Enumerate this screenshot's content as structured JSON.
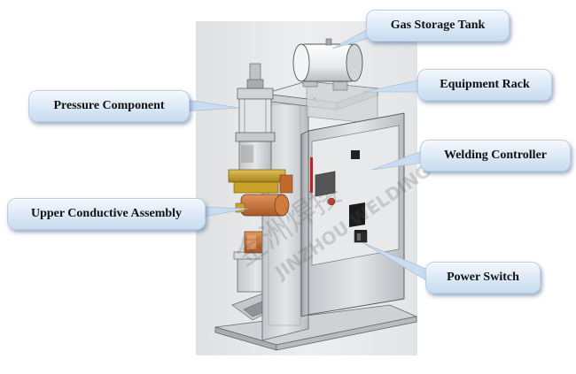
{
  "labels": {
    "gas_storage_tank": "Gas Storage Tank",
    "equipment_rack": "Equipment Rack",
    "pressure_component": "Pressure Component",
    "welding_controller": "Welding Controller",
    "upper_conductive_assembly": "Upper Conductive Assembly",
    "power_switch": "Power Switch"
  },
  "watermark": {
    "chinese": "金洲焊接",
    "english": "JINZHOU WELDING"
  },
  "colors": {
    "callout_fill": "#dbe8f6",
    "machine_steel": "#d6d9dc",
    "copper": "#c87333",
    "brass": "#c9a227",
    "tank": "#eef0f2"
  }
}
